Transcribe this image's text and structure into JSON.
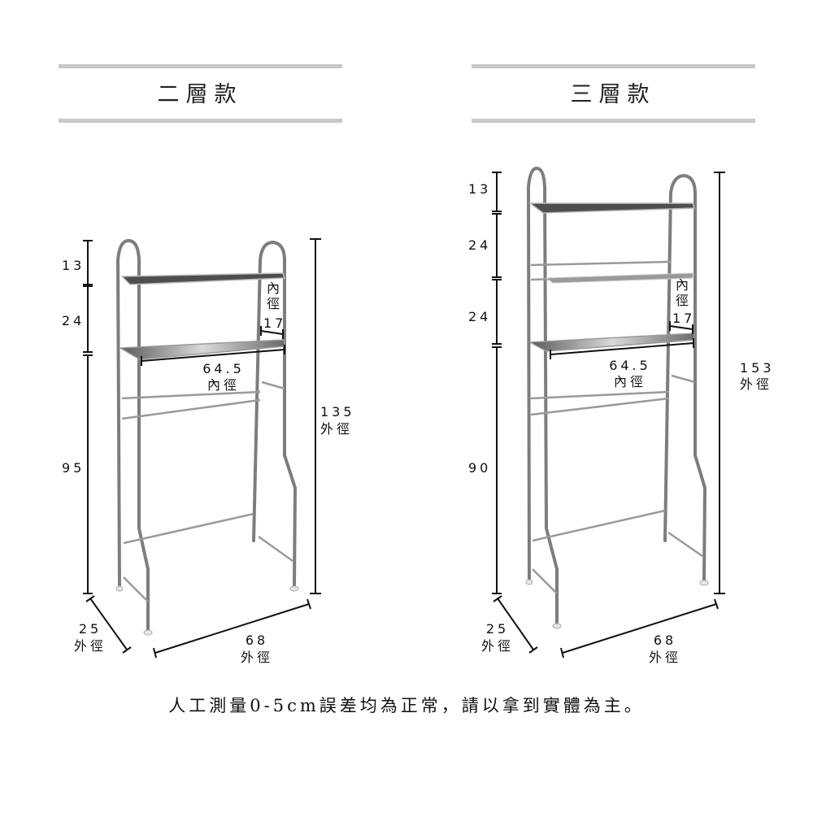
{
  "left": {
    "title": "二層款",
    "dims": {
      "h_top": "13",
      "h_mid": "24",
      "h_bottom": "95",
      "total_height": "135",
      "total_height_unit": "外徑",
      "inner_width": "64.5",
      "inner_width_unit": "內徑",
      "inner_depth_label": "內徑",
      "inner_depth": "17",
      "depth": "25",
      "depth_unit": "外徑",
      "width": "68",
      "width_unit": "外徑"
    }
  },
  "right": {
    "title": "三層款",
    "dims": {
      "h_top": "13",
      "h_mid1": "24",
      "h_mid2": "24",
      "h_bottom": "90",
      "total_height": "153",
      "total_height_unit": "外徑",
      "inner_width": "64.5",
      "inner_width_unit": "內徑",
      "inner_depth_label": "內徑",
      "inner_depth": "17",
      "depth": "25",
      "depth_unit": "外徑",
      "width": "68",
      "width_unit": "外徑"
    }
  },
  "footer_note": "人工測量0-5cm誤差均為正常，請以拿到實體為主。",
  "colors": {
    "rule": "#c8c8c8",
    "frame": "#7d7d7d",
    "dimension": "#111111"
  }
}
